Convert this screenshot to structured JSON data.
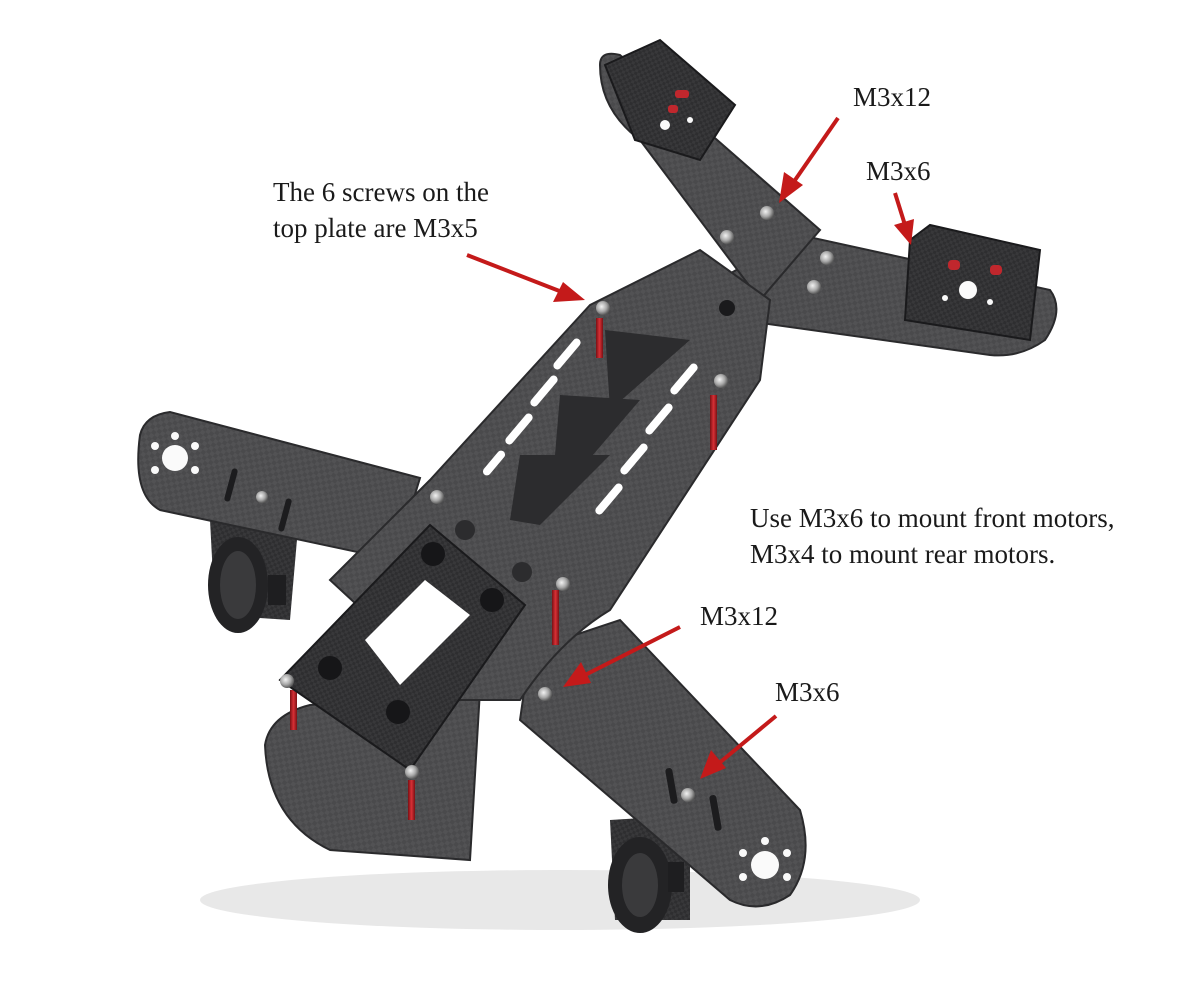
{
  "annotations": {
    "top_plate_screws": "The 6 screws on the\ntop plate are M3x5",
    "front_arm_screw": "M3x12",
    "front_motor_screw": "M3x6",
    "motor_mount_note": "Use M3x6 to mount front motors,\nM3x4 to mount rear motors.",
    "rear_arm_screw": "M3x12",
    "rear_motor_screw": "M3x6"
  },
  "colors": {
    "background": "#ffffff",
    "carbon_fiber": "#4a4a4c",
    "carbon_dark": "#2f2f31",
    "standoff": "#c0272d",
    "arrow": "#c41a1a",
    "text": "#1a1a1a"
  }
}
